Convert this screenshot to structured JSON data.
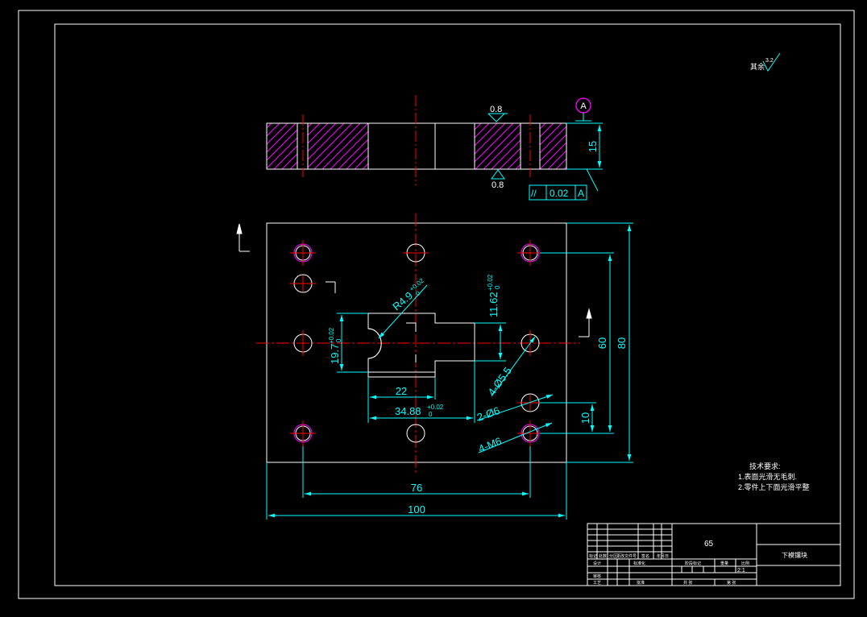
{
  "colors": {
    "background": "#000000",
    "outline": "#ffffff",
    "dimension": "#00ffff",
    "centerline": "#ff0000",
    "hatch": "#ff00ff",
    "hole": "#ffffff"
  },
  "roughness_corner": {
    "label": "其余",
    "value": "3.2"
  },
  "section_view": {
    "datum_label": "A",
    "roughness_top": "0.8",
    "roughness_bottom": "0.8",
    "thickness": "15",
    "tolerance_frame": {
      "symbol": "//",
      "value": "0.02",
      "datum": "A"
    }
  },
  "plan_view": {
    "width_overall": "100",
    "width_holes": "76",
    "height_overall": "80",
    "height_holes": "60",
    "offset_10": "10",
    "slot_22": "22",
    "slot_width": {
      "base": "34.88",
      "upper": "+0.02",
      "lower": "0"
    },
    "slot_height": {
      "base": "19.7",
      "upper": "+0.02",
      "lower": "0"
    },
    "slot_offset": {
      "base": "11.62",
      "upper": "+0.02",
      "lower": "0"
    },
    "radius": {
      "base": "R4.9",
      "upper": "+0.02",
      "lower": "0"
    },
    "callout_holes_55": "4-Ø5.5",
    "callout_holes_6": "2-Ø6",
    "callout_m6": "4-M6"
  },
  "tech_requirements": {
    "title": "技术要求:",
    "items": [
      "1.表面光滑无毛刺.",
      "2.零件上下面光滑平整"
    ]
  },
  "title_block": {
    "material": "65",
    "part_name": "下模镶块",
    "scale": "2:1",
    "cells": {
      "mark": "标记",
      "count": "处数",
      "zone": "分区",
      "change_doc": "更改文件号",
      "signature": "签名",
      "date": "年月日",
      "design": "设计",
      "standardize": "标准化",
      "audit": "审核",
      "craft": "工艺",
      "approve": "批准",
      "stage_mark": "阶段标记",
      "weight": "重量",
      "scale_label": "比例",
      "sheets_total": "共 张",
      "sheet_no": "第 张"
    }
  }
}
